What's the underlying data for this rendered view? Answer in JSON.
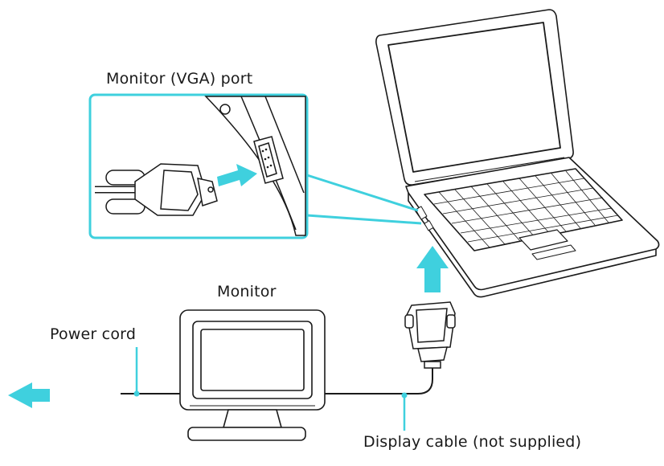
{
  "labels": {
    "vga_port": "Monitor (VGA) port",
    "monitor": "Monitor",
    "power_cord": "Power cord",
    "display_cable": "Display cable (not supplied)"
  },
  "colors": {
    "accent": "#3fd0de",
    "line": "#1a1a1a"
  },
  "icons": {
    "connection_arrow": "arrow-right-icon",
    "upward_arrow": "arrow-up-icon",
    "outlet_arrow": "arrow-left-icon"
  }
}
